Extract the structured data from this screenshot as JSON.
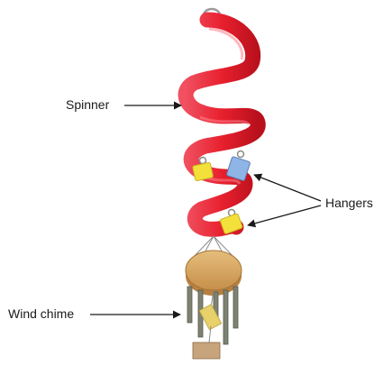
{
  "labels": {
    "spinner": "Spinner",
    "hangers": "Hangers",
    "wind_chime": "Wind chime"
  },
  "colors": {
    "spinner_red": "#e8202e",
    "hanger_yellow": "#f4e03a",
    "hanger_blue": "#8fb4e6",
    "wood": "#d9a864",
    "chime_metal": "#7d8272",
    "arrow": "#1a1a1a"
  }
}
